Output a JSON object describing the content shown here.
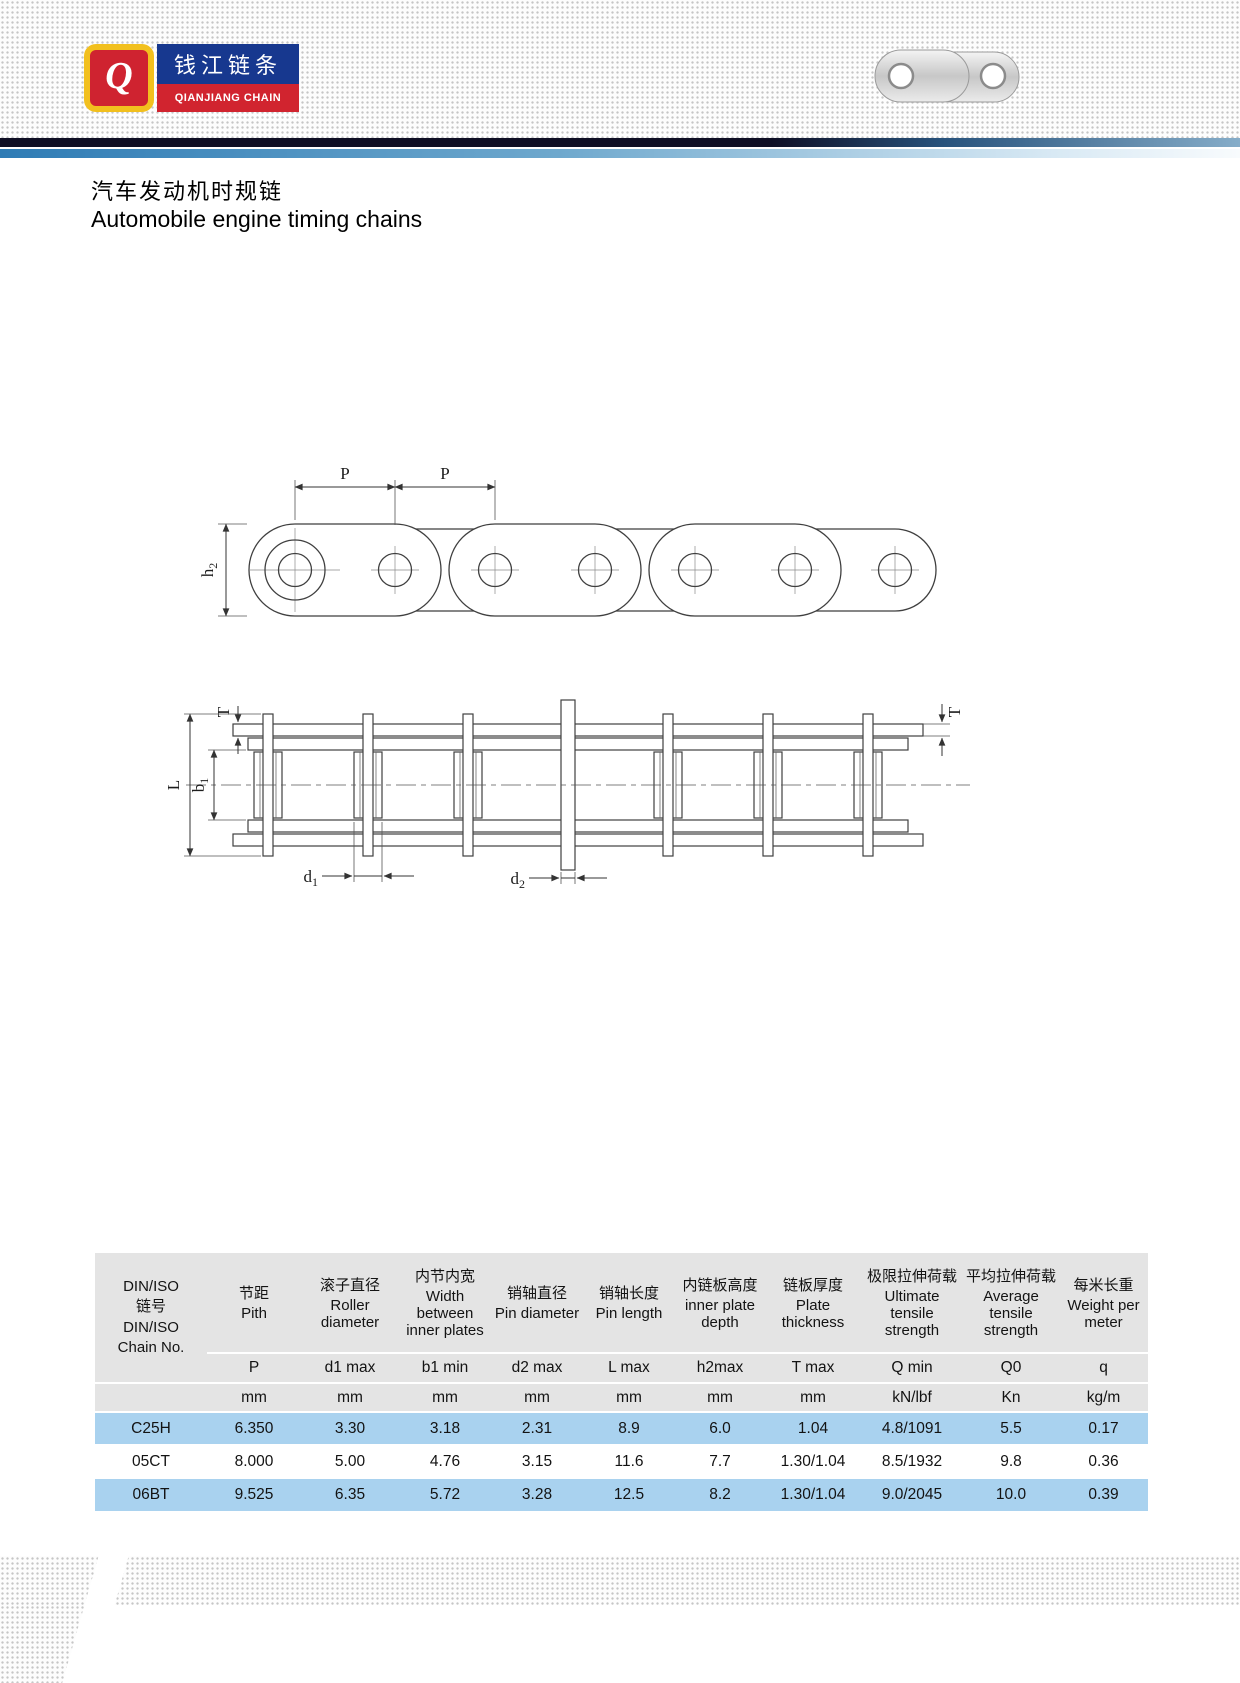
{
  "brand": {
    "logo_letter": "Q",
    "name_cn": "钱江链条",
    "name_en": "QIANJIANG CHAIN"
  },
  "page": {
    "title_cn": "汽车发动机时规链",
    "title_en": "Automobile engine timing chains"
  },
  "drawing": {
    "pitch_label": "P",
    "h_label": "h",
    "h_sub": "2",
    "t_label": "T",
    "l_label": "L",
    "b_label": "b",
    "b_sub": "1",
    "d_label": "d",
    "d1_sub": "1",
    "d2_sub": "2"
  },
  "table": {
    "chain_header": [
      "DIN/ISO",
      "链号",
      "DIN/ISO",
      "Chain No."
    ],
    "columns": [
      {
        "cn": "节距",
        "en": "Pith",
        "symbol": "P",
        "unit": "mm"
      },
      {
        "cn": "滚子直径",
        "en": "Roller diameter",
        "symbol": "d1 max",
        "unit": "mm"
      },
      {
        "cn": "内节内宽",
        "en": "Width between inner plates",
        "symbol": "b1 min",
        "unit": "mm"
      },
      {
        "cn": "销轴直径",
        "en": "Pin diameter",
        "symbol": "d2 max",
        "unit": "mm"
      },
      {
        "cn": "销轴长度",
        "en": "Pin length",
        "symbol": "L max",
        "unit": "mm"
      },
      {
        "cn": "内链板高度",
        "en": "inner plate depth",
        "symbol": "h2max",
        "unit": "mm"
      },
      {
        "cn": "链板厚度",
        "en": "Plate thickness",
        "symbol": "T max",
        "unit": "mm"
      },
      {
        "cn": "极限拉伸荷载",
        "en": "Ultimate tensile strength",
        "symbol": "Q min",
        "unit": "kN/lbf"
      },
      {
        "cn": "平均拉伸荷载",
        "en": "Average tensile strength",
        "symbol": "Q0",
        "unit": "Kn"
      },
      {
        "cn": "每米长重",
        "en": "Weight per meter",
        "symbol": "q",
        "unit": "kg/m"
      }
    ],
    "rows": [
      {
        "name": "C25H",
        "cells": [
          "6.350",
          "3.30",
          "3.18",
          "2.31",
          "8.9",
          "6.0",
          "1.04",
          "4.8/1091",
          "5.5",
          "0.17"
        ]
      },
      {
        "name": "05CT",
        "cells": [
          "8.000",
          "5.00",
          "4.76",
          "3.15",
          "11.6",
          "7.7",
          "1.30/1.04",
          "8.5/1932",
          "9.8",
          "0.36"
        ]
      },
      {
        "name": "06BT",
        "cells": [
          "9.525",
          "6.35",
          "5.72",
          "3.28",
          "12.5",
          "8.2",
          "1.30/1.04",
          "9.0/2045",
          "10.0",
          "0.39"
        ]
      }
    ]
  },
  "colors": {
    "row_highlight": "#a9d2ef",
    "header_gray": "#e4e4e4",
    "brand_blue": "#17388f",
    "brand_red": "#d1242f",
    "accent_yellow": "#f2c01e"
  }
}
